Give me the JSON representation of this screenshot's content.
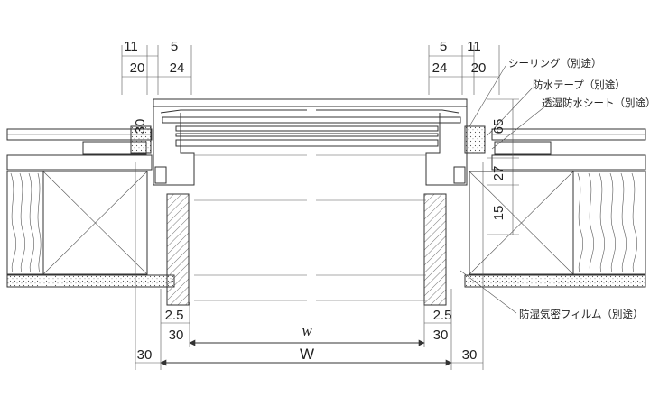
{
  "dimensions": {
    "top_left_11": "11",
    "top_left_5": "5",
    "top_left_20": "20",
    "top_left_24": "24",
    "top_right_5": "5",
    "top_right_11": "11",
    "top_right_24": "24",
    "top_right_20": "20",
    "side_30": "30",
    "right_65": "65",
    "right_27": "27",
    "right_15": "15",
    "bottom_left_2_5": "2.5",
    "bottom_right_2_5": "2.5",
    "bottom_left_30": "30",
    "bottom_right_30": "30",
    "inner_w": "w",
    "outer_W": "W",
    "outer_left_30": "30",
    "outer_right_30": "30"
  },
  "labels": {
    "sealing": "シーリング（別途）",
    "waterproof_tape": "防水テープ（別途）",
    "breathable_sheet": "透湿防水シート（別途）",
    "vapor_film": "防湿気密フィルム（別途）"
  }
}
